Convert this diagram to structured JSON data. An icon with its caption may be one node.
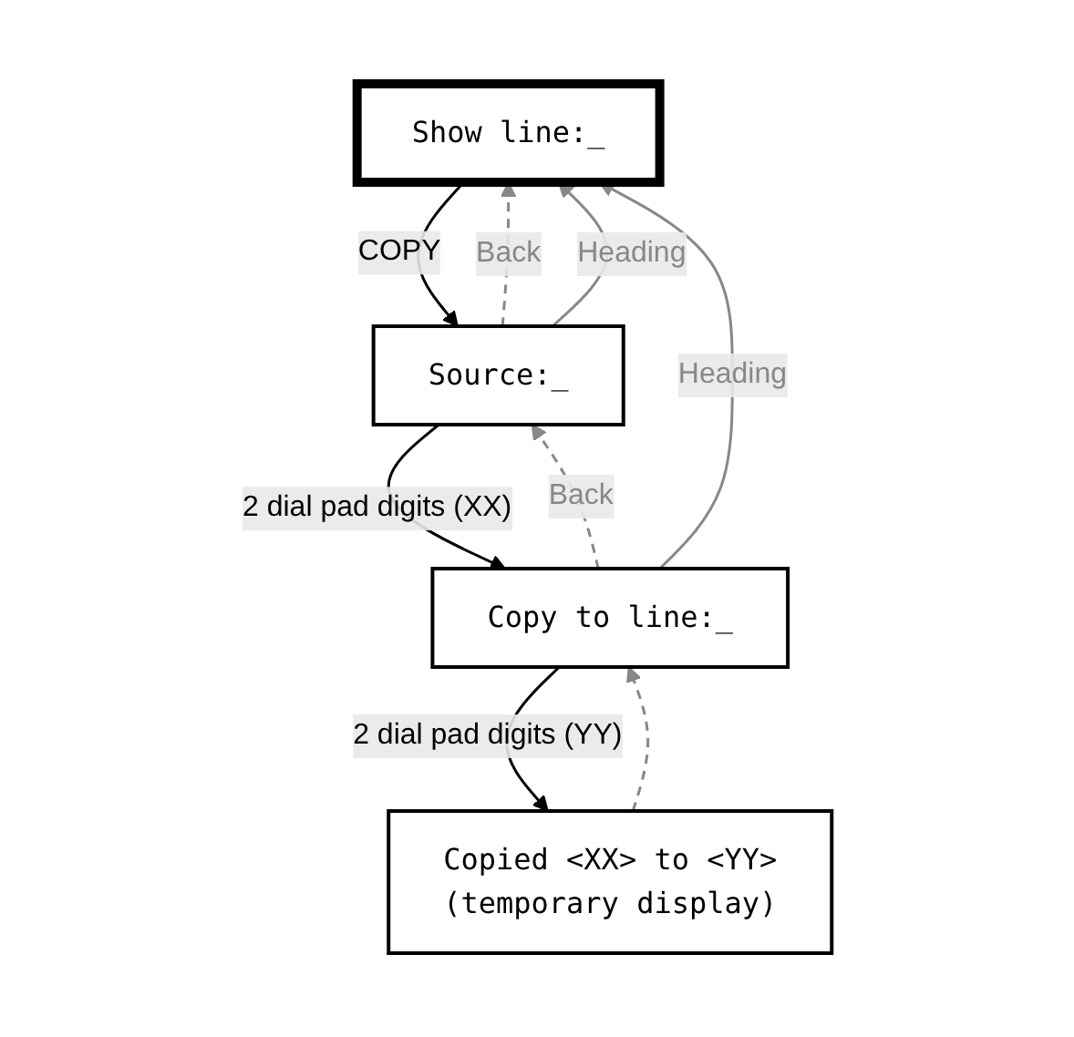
{
  "diagram": {
    "nodes": [
      {
        "text": [
          "Show line:_"
        ]
      },
      {
        "text": [
          "Source:_"
        ]
      },
      {
        "text": [
          "Copy to line:_"
        ]
      },
      {
        "text": [
          "Copied <XX> to <YY>",
          "(temporary display)"
        ]
      }
    ],
    "edges": [
      {
        "from": 0,
        "to": 1,
        "arrow": "to",
        "label": "COPY",
        "color": "#000000"
      },
      {
        "from": 1,
        "to": 0,
        "arrow": "to",
        "label": "Back",
        "style": "dashed"
      },
      {
        "from": 1,
        "to": 2,
        "arrow": "to",
        "label": "2 dial pad digits (XX)",
        "color": "#000000"
      },
      {
        "from": 2,
        "to": 1,
        "arrow": "to",
        "label": "Back",
        "style": "dashed"
      },
      {
        "from": 2,
        "to": 3,
        "arrow": "to",
        "label": "2 dial pad digits (YY)",
        "color": "#000000"
      },
      {
        "from": 1,
        "to": 0,
        "arrow": "to",
        "label": "Heading"
      },
      {
        "from": 2,
        "to": 0,
        "arrow": "to",
        "label": "Heading"
      },
      {
        "from": 3,
        "to": 2,
        "arrow": "to",
        "style": "dashed"
      }
    ]
  }
}
